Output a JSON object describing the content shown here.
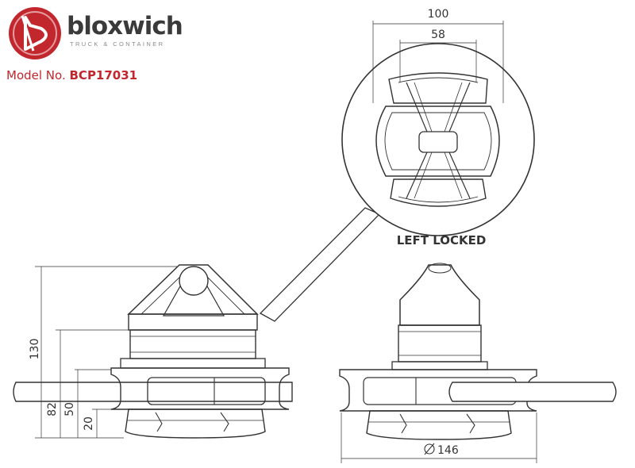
{
  "brand": {
    "name": "bloxwich",
    "tagline": "TRUCK & CONTAINER",
    "logo_color": "#c2272d"
  },
  "model": {
    "prefix": "Model No.",
    "number": "BCP17031"
  },
  "detail_view": {
    "label": "LEFT LOCKED",
    "dim_outer": "100",
    "dim_inner": "58"
  },
  "front_view": {
    "dim_height": "130",
    "dim_82": "82",
    "dim_50": "50",
    "dim_20": "20"
  },
  "side_view": {
    "dim_diameter": "146"
  }
}
